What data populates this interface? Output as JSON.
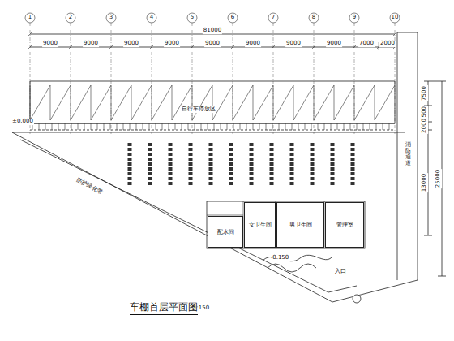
{
  "diagram": {
    "title": "车棚首层平面图",
    "nodes": [
      {
        "text": [
          "配水间"
        ]
      },
      {
        "text": [
          "女卫生间"
        ]
      },
      {
        "text": [
          "男卫生间"
        ]
      },
      {
        "text": [
          "管理室"
        ]
      }
    ],
    "labels": [
      "1",
      "2",
      "3",
      "4",
      "5",
      "6",
      "7",
      "8",
      "9",
      "10",
      "9000",
      "9000",
      "9000",
      "9000",
      "9000",
      "9000",
      "9000",
      "9000",
      "7000",
      "2000",
      "81000",
      "7500",
      "2500",
      "2000",
      "13000",
      "25000",
      "自行车停放区",
      "防护绿化带",
      "消防通道",
      "±0.000",
      "-0.150",
      "1:150",
      "入口"
    ]
  }
}
